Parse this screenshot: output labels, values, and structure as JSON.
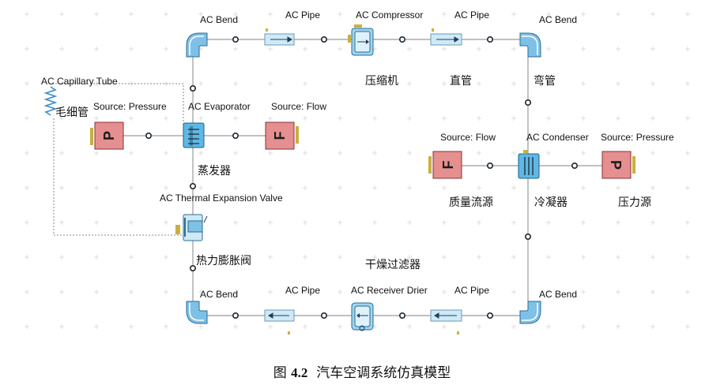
{
  "labels": {
    "bend_tl": "AC Bend",
    "pipe_t1": "AC Pipe",
    "compressor": "AC Compressor",
    "pipe_t2": "AC Pipe",
    "bend_tr": "AC Bend",
    "capillary": "AC Capillary Tube",
    "source_pressure_left": "Source: Pressure",
    "evaporator": "AC Evaporator",
    "source_flow_left": "Source: Flow",
    "source_flow_right": "Source: Flow",
    "condenser": "AC Condenser",
    "source_pressure_right": "Source: Pressure",
    "expansion_valve": "AC Thermal Expansion Valve",
    "bend_bl": "AC Bend",
    "pipe_b1": "AC Pipe",
    "receiver_drier": "AC Receiver Drier",
    "pipe_b2": "AC Pipe",
    "bend_br": "AC Bend"
  },
  "cn_labels": {
    "compressor": "压缩机",
    "straight_pipe": "直管",
    "elbow": "弯管",
    "capillary": "毛细管",
    "evaporator": "蒸发器",
    "mass_flow_source": "质量流源",
    "condenser": "冷凝器",
    "pressure_source": "压力源",
    "expansion_valve": "热力膨胀阀",
    "filter_drier": "干燥过滤器"
  },
  "source_letters": {
    "pressure": "P",
    "flow": "F"
  },
  "caption": {
    "prefix": "图",
    "number": "4.2",
    "title": "汽车空调系统仿真模型"
  },
  "colors": {
    "pipe": "#cfe9f7",
    "bend": "#7fc0e6",
    "heat_exchanger": "#5db8e6",
    "source": "#e58f90",
    "wire": "#9a9a9a",
    "port": "#c8b040"
  }
}
